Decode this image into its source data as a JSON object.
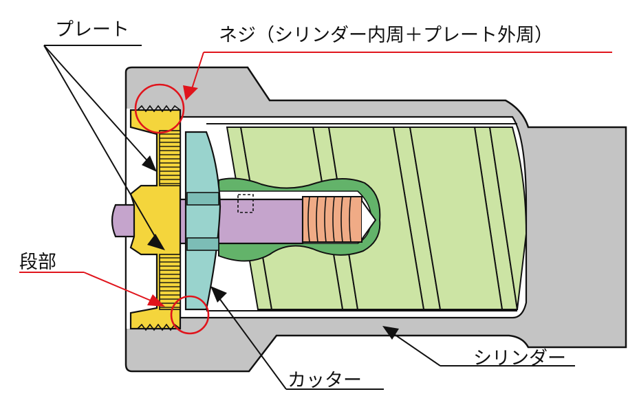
{
  "labels": {
    "plate": "プレート",
    "screw": "ネジ（シリンダー内周＋プレート外周）",
    "step": "段部",
    "cylinder": "シリンダー",
    "cutter": "カッター"
  },
  "colors": {
    "cylinder": "#c4c4c4",
    "plate": "#f4d53c",
    "cutter": "#99d3cd",
    "shaft": "#c5a4cc",
    "spring": "#f0ab86",
    "holder": "#63b36a",
    "fins": "#cce4a4",
    "accent_red": "#e0141c",
    "line": "#111111"
  }
}
